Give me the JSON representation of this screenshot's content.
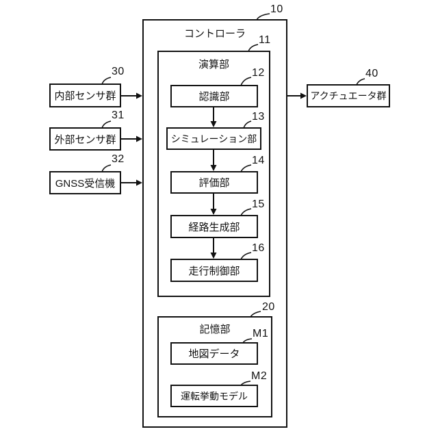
{
  "figure": {
    "controller": {
      "label": "コントローラ",
      "ref": "10"
    },
    "compute_unit": {
      "label": "演算部",
      "ref": "11"
    },
    "compute_blocks": [
      {
        "label": "認識部",
        "ref": "12"
      },
      {
        "label": "シミュレーション部",
        "ref": "13"
      },
      {
        "label": "評価部",
        "ref": "14"
      },
      {
        "label": "経路生成部",
        "ref": "15"
      },
      {
        "label": "走行制御部",
        "ref": "16"
      }
    ],
    "storage_unit": {
      "label": "記憶部",
      "ref": "20"
    },
    "storage_blocks": [
      {
        "label": "地図データ",
        "ref": "M1"
      },
      {
        "label": "運転挙動モデル",
        "ref": "M2"
      }
    ],
    "input_blocks": [
      {
        "label": "内部センサ群",
        "ref": "30"
      },
      {
        "label": "外部センサ群",
        "ref": "31"
      },
      {
        "label": "GNSS受信機",
        "ref": "32"
      }
    ],
    "output_block": {
      "label": "アクチュエータ群",
      "ref": "40"
    },
    "colors": {
      "line": "#111111",
      "background": "#ffffff"
    }
  }
}
